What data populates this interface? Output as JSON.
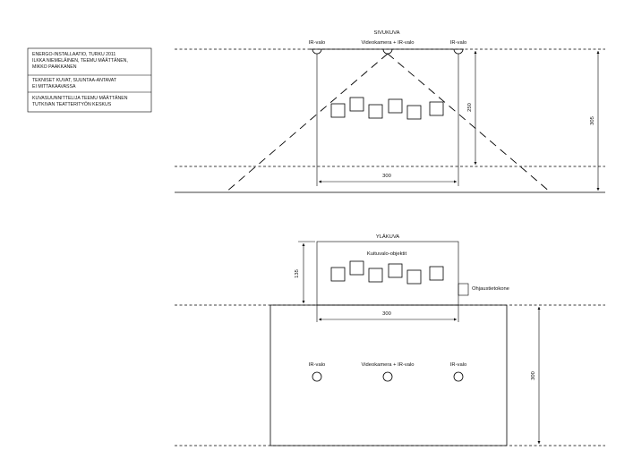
{
  "title_block": {
    "rows": [
      [
        "ENERGO-INSTALLAATIO, TURKU 2011",
        "ILKKA NIEMELÄINEN, TEEMU MÄÄTTÄNEN,",
        "MIKKO PAAKKANEN"
      ],
      [
        "TEKNISET KUVAT, SUUNTAA-ANTAVAT",
        "EI MITTAKAAVASSA"
      ],
      [
        "KUVASUUNNITTELIJA TEEMU MÄÄTTÄNEN",
        "TUTKIVAN TEATTERITYÖN KESKUS"
      ]
    ]
  },
  "side_view": {
    "title": "SIVUKUVA",
    "ir_left_label": "IR-valo",
    "camera_label": "Videokamera + IR-valo",
    "ir_right_label": "IR-valo",
    "dim_width": "300",
    "dim_height_inner": "250",
    "dim_height_total": "305"
  },
  "top_view": {
    "title": "YLÄKUVA",
    "objects_label": "Kuituvalo-objektit",
    "computer_label": "Ohjaustietokone",
    "dim_depth": "135",
    "dim_width": "300",
    "dim_floor": "300",
    "ir_left_label": "IR-valo",
    "camera_label": "Videokamera + IR-valo",
    "ir_right_label": "IR-valo"
  }
}
